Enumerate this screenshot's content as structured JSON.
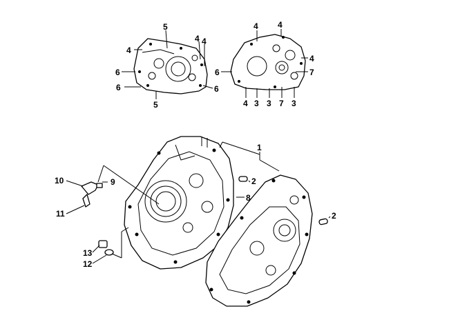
{
  "callouts": {
    "c5a": "5",
    "c4a": "4",
    "c4b": "4",
    "c4c": "4",
    "c6a": "6",
    "c6b": "6",
    "c6c": "6",
    "c5b": "5",
    "c4d": "4",
    "c4e": "4",
    "c4f": "4",
    "c6d": "6",
    "c7a": "7",
    "c4g": "4",
    "c3a": "3",
    "c3b": "3",
    "c7b": "7",
    "c3c": "3",
    "c1": "1",
    "c2a": "2",
    "c2b": "2",
    "c8": "8",
    "c9": "9",
    "c10": "10",
    "c11": "11",
    "c12": "12",
    "c13": "13"
  }
}
